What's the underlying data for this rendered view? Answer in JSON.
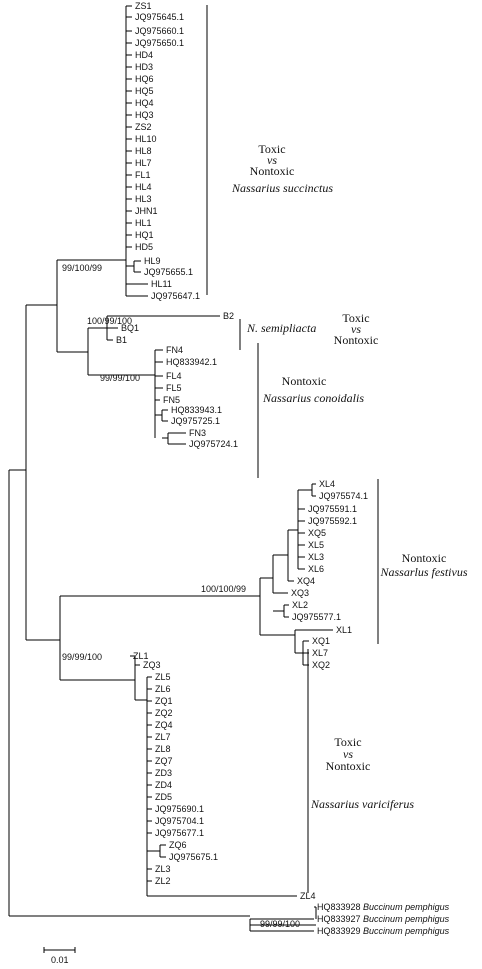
{
  "tree": {
    "taxa": {
      "ZS1": "ZS1",
      "JQ975645_1": "JQ975645.1",
      "JQ975660_1": "JQ975660.1",
      "JQ975650_1": "JQ975650.1",
      "HD4": "HD4",
      "HD3": "HD3",
      "HQ6": "HQ6",
      "HQ5": "HQ5",
      "HQ4": "HQ4",
      "HQ3": "HQ3",
      "ZS2": "ZS2",
      "HL10": "HL10",
      "HL8": "HL8",
      "HL7": "HL7",
      "FL1": "FL1",
      "HL4": "HL4",
      "HL3": "HL3",
      "JHN1": "JHN1",
      "HL1": "HL1",
      "HQ1": "HQ1",
      "HD5": "HD5",
      "HL9": "HL9",
      "JQ975655_1": "JQ975655.1",
      "HL11": "HL11",
      "JQ975647_1": "JQ975647.1",
      "B2": "B2",
      "BQ1": "BQ1",
      "B1": "B1",
      "FN4": "FN4",
      "HQ833942_1": "HQ833942.1",
      "FL4": "FL4",
      "FL5": "FL5",
      "FN5": "FN5",
      "HQ833943_1": "HQ833943.1",
      "JQ975725_1": "JQ975725.1",
      "FN3": "FN3",
      "JQ975724_1": "JQ975724.1",
      "XL4": "XL4",
      "JQ975574_1": "JQ975574.1",
      "JQ975591_1": "JQ975591.1",
      "JQ975592_1": "JQ975592.1",
      "XQ5": "XQ5",
      "XL5": "XL5",
      "XL3": "XL3",
      "XL6": "XL6",
      "XQ4": "XQ4",
      "XQ3": "XQ3",
      "XL2": "XL2",
      "JQ975577_1": "JQ975577.1",
      "XL1": "XL1",
      "XQ1": "XQ1",
      "XL7": "XL7",
      "XQ2": "XQ2",
      "ZL1": "ZL1",
      "ZQ3": "ZQ3",
      "ZL5": "ZL5",
      "ZL6": "ZL6",
      "ZQ1": "ZQ1",
      "ZQ2": "ZQ2",
      "ZQ4": "ZQ4",
      "ZL7": "ZL7",
      "ZL8": "ZL8",
      "ZQ7": "ZQ7",
      "ZD3": "ZD3",
      "ZD4": "ZD4",
      "ZD5": "ZD5",
      "JQ975690_1": "JQ975690.1",
      "JQ975704_1": "JQ975704.1",
      "JQ975677_1": "JQ975677.1",
      "ZQ6": "ZQ6",
      "JQ975675_1": "JQ975675.1",
      "ZL3": "ZL3",
      "ZL2": "ZL2",
      "ZL4": "ZL4",
      "HQ833928": "HQ833928",
      "HQ833927": "HQ833927",
      "HQ833929": "HQ833929"
    },
    "outgroup_species": "Buccinum pemphigus",
    "bootstrap": {
      "succinctus": "99/100/99",
      "semipliacta": "100/99/100",
      "conoidalis": "99/99/100",
      "festivus": "100/100/99",
      "variciferus": "99/99/100",
      "outgroup": "99/99/100"
    },
    "annotations": {
      "succinctus": {
        "line1": "Toxic",
        "line2": "vs",
        "line3": "Nontoxic",
        "species": "Nassarius succinctus"
      },
      "semipliacta": {
        "species": "N. semipliacta",
        "line1": "Toxic",
        "line2": "vs",
        "line3": "Nontoxic"
      },
      "conoidalis": {
        "line1": "Nontoxic",
        "species": "Nassarius conoidalis"
      },
      "festivus": {
        "line1": "Nontoxic",
        "species": "Nassarlus festivus"
      },
      "variciferus": {
        "line1": "Toxic",
        "line2": "vs",
        "line3": "Nontoxic",
        "species": "Nassarius variciferus"
      }
    },
    "scale_label": "0.01"
  }
}
